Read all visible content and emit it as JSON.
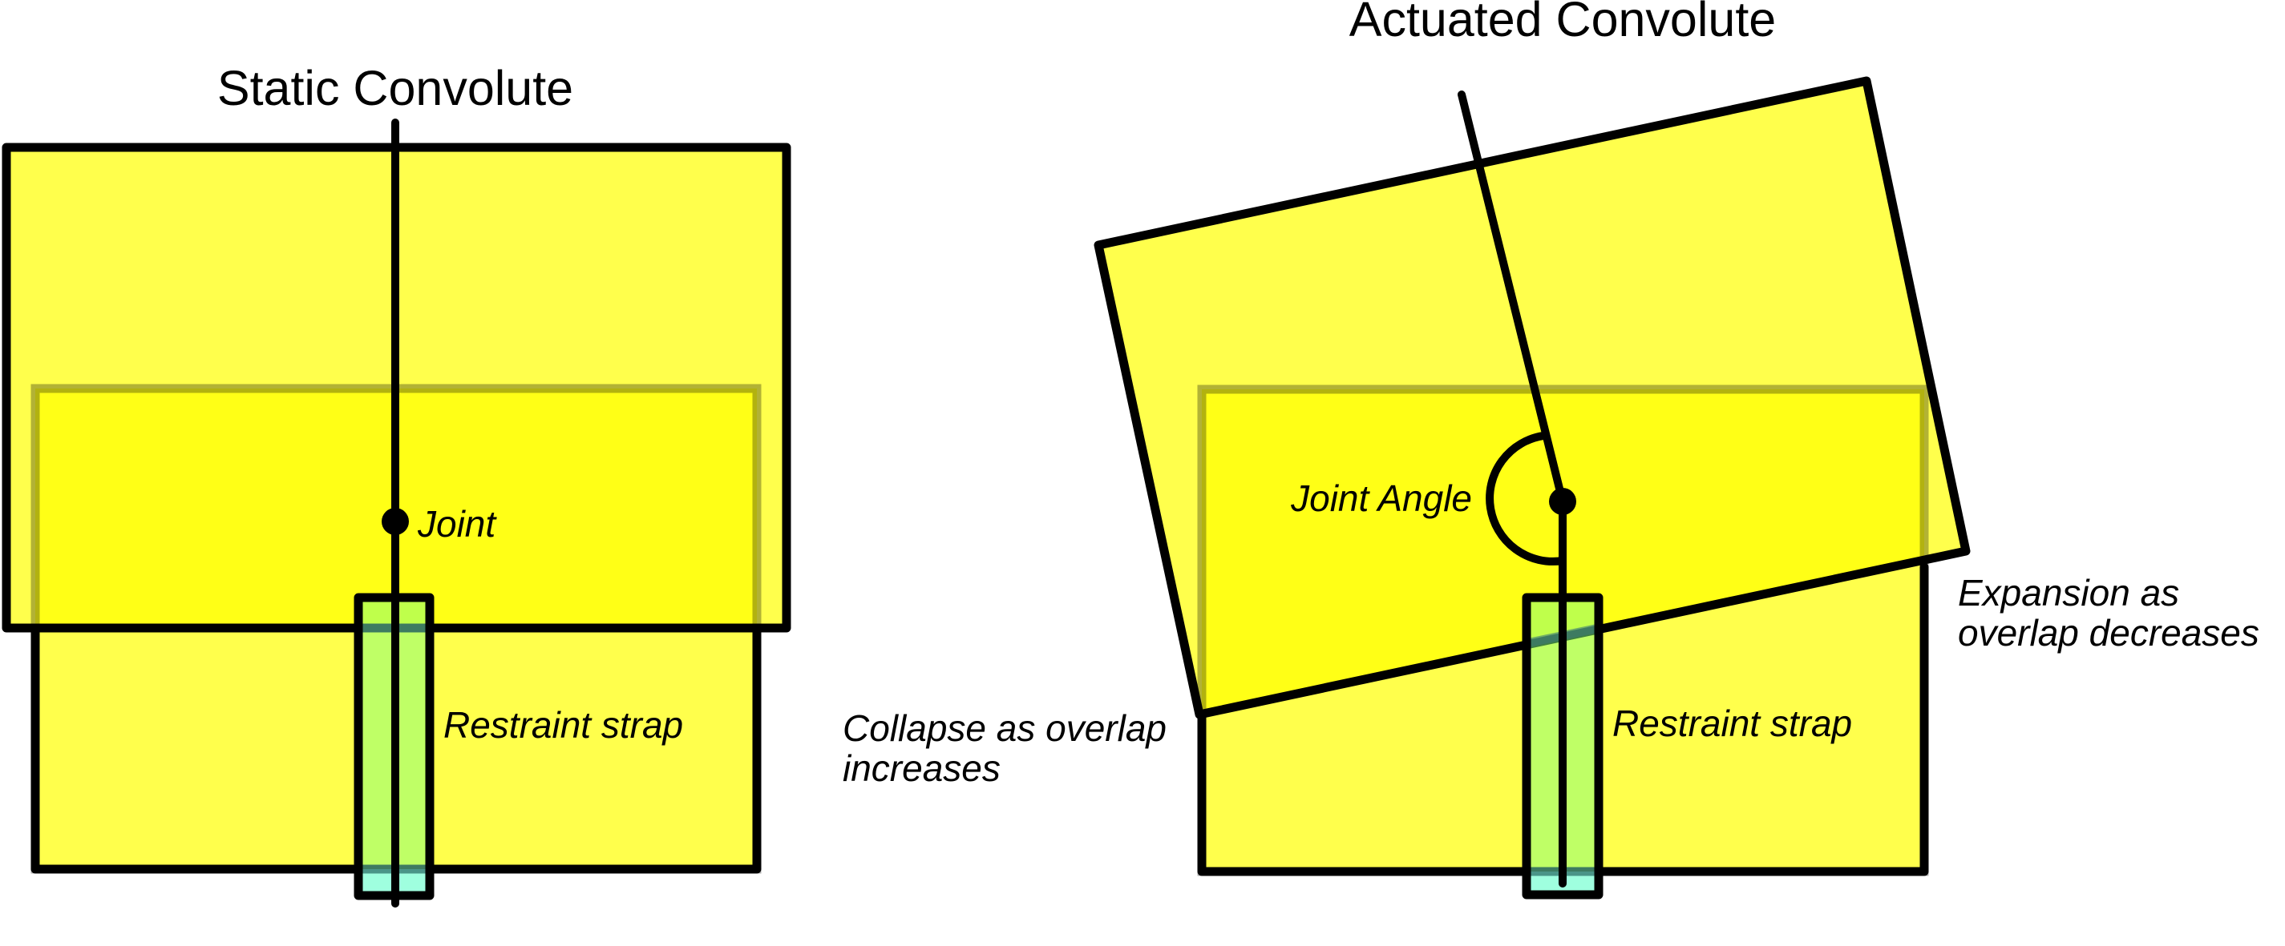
{
  "colors": {
    "segment_fill": "#ffff00",
    "strap_fill": "#80ff80",
    "strap_lower_tint": "#80ffff",
    "outline": "#000000"
  },
  "static_convolute": {
    "title": "Static Convolute",
    "joint_label": "Joint",
    "strap_label": "Restraint strap"
  },
  "actuated_convolute": {
    "title": "Actuated Convolute",
    "joint_angle_label": "Joint Angle",
    "strap_label": "Restraint strap",
    "collapse_label_line1": "Collapse as overlap",
    "collapse_label_line2": "increases",
    "expansion_label_line1": "Expansion as",
    "expansion_label_line2": "overlap decreases"
  }
}
